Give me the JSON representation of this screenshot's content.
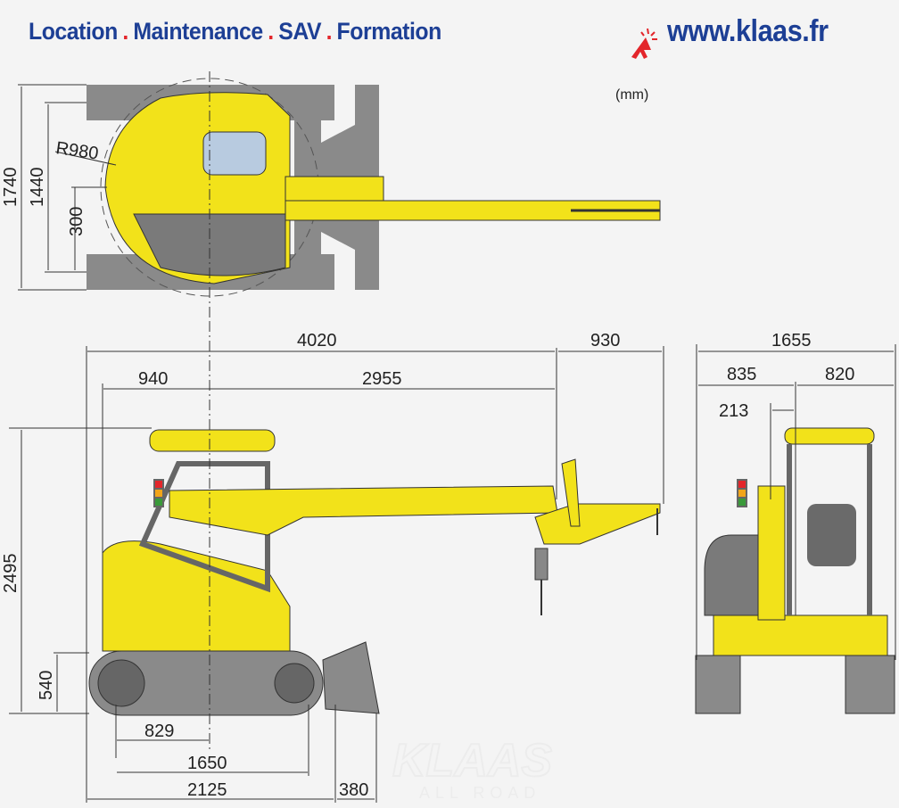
{
  "header": {
    "services": [
      "Location",
      "Maintenance",
      "SAV",
      "Formation"
    ],
    "separator": ".",
    "website": "www.klaas.fr"
  },
  "unit_label": "(mm)",
  "watermark": {
    "brand": "KLAAS",
    "tagline": "ALL ROAD"
  },
  "top_view": {
    "overall_width": "1740",
    "track_width": "1440",
    "offset": "300",
    "swing_radius": "R980"
  },
  "side_view": {
    "overall_length": "4020",
    "hook_extension": "930",
    "rear_to_center": "940",
    "center_to_boom": "2955",
    "overall_height": "2495",
    "track_height": "540",
    "center_to_rear_idler": "829",
    "tumbler_distance": "1650",
    "track_length": "2125",
    "blade_distance": "380"
  },
  "front_view": {
    "overall_width": "1655",
    "left_width": "835",
    "right_width": "820",
    "boom_offset": "213"
  },
  "colors": {
    "brand_blue": "#1d3f95",
    "accent_red": "#e3262b",
    "machine_yellow": "#f2e21a",
    "track_gray": "#8a8a8a"
  }
}
